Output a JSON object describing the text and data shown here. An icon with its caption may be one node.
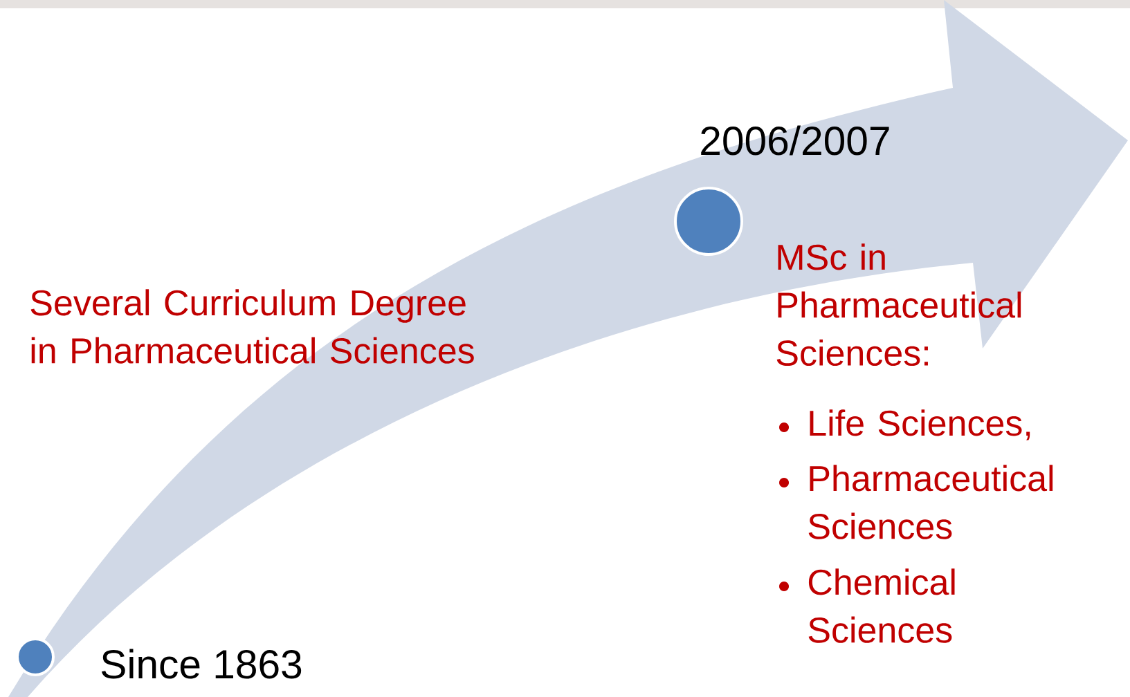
{
  "diagram": {
    "nodes": [
      {
        "text": [],
        "shape": "circle",
        "beside": [
          "Since 1863"
        ]
      },
      {
        "text": [],
        "shape": "circle",
        "beside": [
          "2006/2007"
        ]
      }
    ],
    "labels": [
      "Several  Curriculum  Degree in Pharmaceutical Sciences",
      "MSc in Pharmaceutical Sciences:",
      "Life Sciences,",
      "Pharmaceutical Sciences",
      "Chemical Sciences"
    ]
  }
}
